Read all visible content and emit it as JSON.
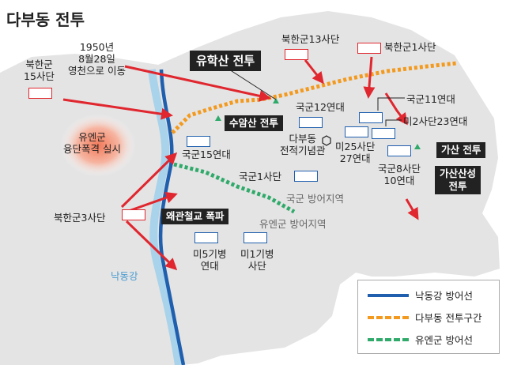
{
  "title": "다부동 전투",
  "labels": {
    "nk15": "북한군\n15사단",
    "nk15_move": "1950년\n8월28일\n영천으로 이동",
    "nk13": "북한군13사단",
    "nk1": "북한군1사단",
    "nk3": "북한군3사단",
    "un_bomb": "유엔군\n융단폭격 실시",
    "rok12": "국군12연대",
    "rok11": "국군11연대",
    "us2_23": "미2사단23연대",
    "us25": "미25사단\n27연대",
    "rok8_10": "국군8사단\n10연대",
    "rok15": "국군15연대",
    "rok1": "국군1사단",
    "memorial": "다부동\n전적기념관",
    "us5": "미5기병\n연대",
    "us1cav": "미1기병\n사단",
    "rok_def": "국군 방어지역",
    "un_def": "유엔군 방어지역",
    "river": "낙동강"
  },
  "callouts": {
    "yuhaksan": "유학산 전투",
    "suamsan": "수암산 전투",
    "gasan": "가산 전투",
    "gasansanseong": "가산산성\n전투",
    "waegwan": "왜관철교 폭파"
  },
  "legend": [
    {
      "label": "낙동강 방어선",
      "color": "#1f5fae"
    },
    {
      "label": "다부동 전투구간",
      "color": "#f39a1e"
    },
    {
      "label": "유엔군 방어선",
      "color": "#2faa6a"
    }
  ],
  "colors": {
    "arrow": "#e0262e",
    "terrain": "#e4e4e4",
    "river": "#a9d3ea"
  }
}
